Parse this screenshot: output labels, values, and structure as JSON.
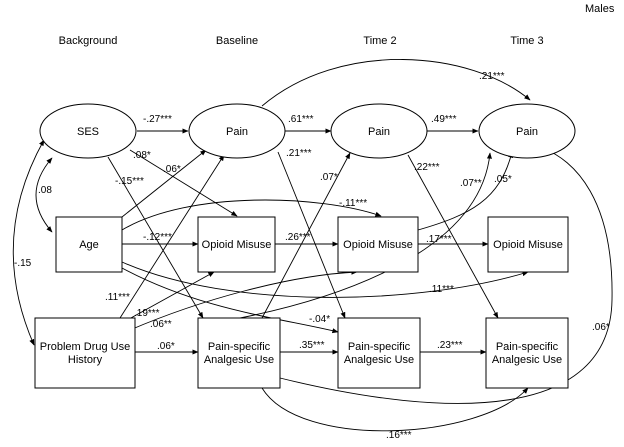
{
  "title": "Males",
  "columns": [
    "Background",
    "Baseline",
    "Time 2",
    "Time 3"
  ],
  "nodes": {
    "ses": "SES",
    "age": "Age",
    "pduh": [
      "Problem Drug Use",
      "History"
    ],
    "pain_b": "Pain",
    "pain_t2": "Pain",
    "pain_t3": "Pain",
    "om_b": "Opioid Misuse",
    "om_t2": "Opioid Misuse",
    "om_t3": "Opioid Misuse",
    "pau_b": [
      "Pain-specific",
      "Analgesic Use"
    ],
    "pau_t2": [
      "Pain-specific",
      "Analgesic Use"
    ],
    "pau_t3": [
      "Pain-specific",
      "Analgesic Use"
    ]
  },
  "coefficients": {
    "ses_age": ".08",
    "ses_pduh": "-.15",
    "ses_painb": "-.27***",
    "ses_omb": ".08*",
    "ses_paub": "-.15***",
    "age_painb": ".06*",
    "age_omb": "-.12***",
    "age_omt2": "-.11***",
    "age_omt3": ".11***",
    "age_paut2": "-.04*",
    "pduh_painb": ".11***",
    "pduh_omb": ".19***",
    "pduh_omt2": ".06**",
    "pduh_paub": ".06*",
    "painb_paint2": ".61***",
    "painb_paint3": ".21***",
    "painb_paut2": ".21***",
    "paint2_paint3": ".49***",
    "paint2_paut3": ".22***",
    "omb_omt2": ".26***",
    "omt2_omt3": ".17***",
    "omt2_paint3": ".05*",
    "paub_paint2": ".07*",
    "paub_paint3": ".07**",
    "paub_paut2": ".35***",
    "paub_paut3": ".16***",
    "paut2_paut3": ".23***",
    "paut2_paint3": ".06*"
  }
}
